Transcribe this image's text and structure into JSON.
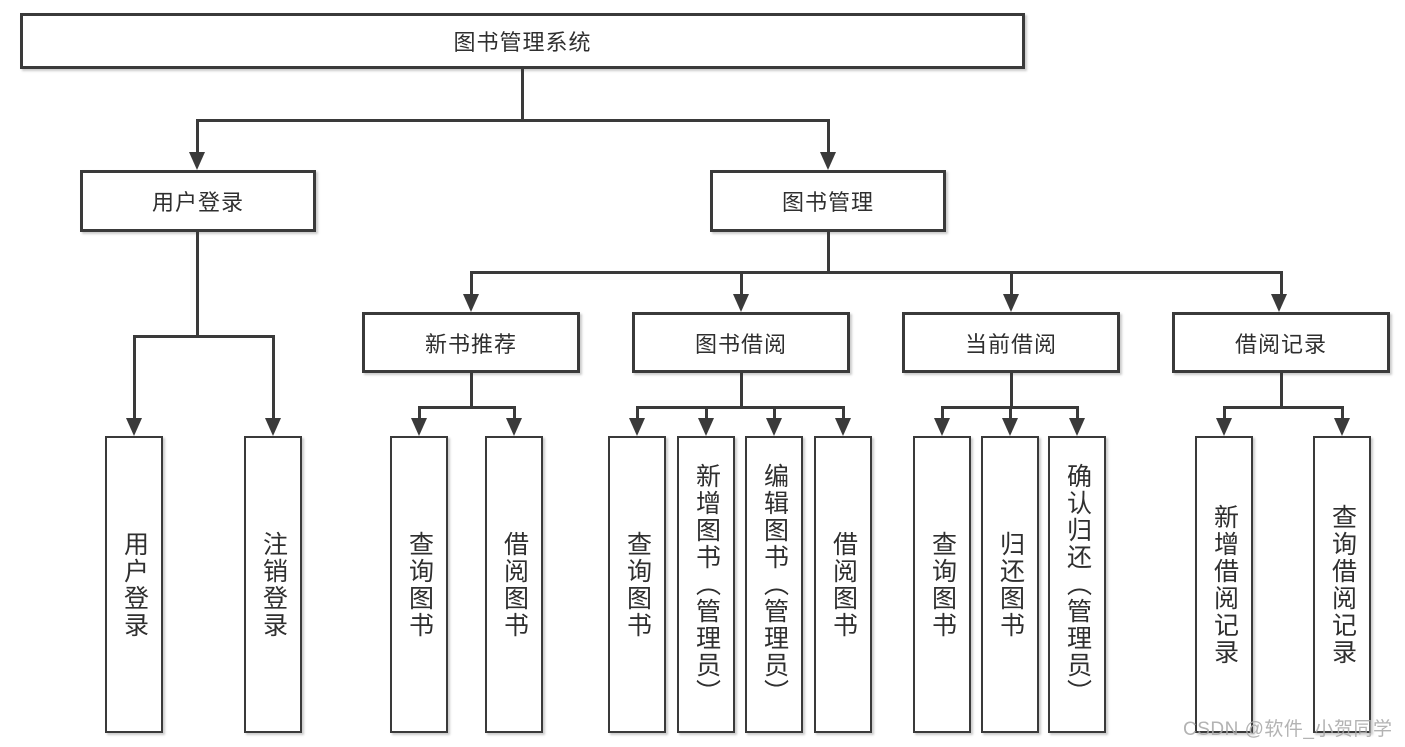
{
  "nodes": {
    "root": "图书管理系统",
    "level2": [
      "用户登录",
      "图书管理"
    ],
    "level3": [
      "新书推荐",
      "图书借阅",
      "当前借阅",
      "借阅记录"
    ],
    "login_children": [
      "用户登录",
      "注销登录"
    ],
    "newbook_children": [
      "查询图书",
      "借阅图书"
    ],
    "borrow_children": [
      "查询图书",
      "新增图书（管理员）",
      "编辑图书（管理员）",
      "借阅图书"
    ],
    "current_children": [
      "查询图书",
      "归还图书",
      "确认归还（管理员）"
    ],
    "records_children": [
      "新增借阅记录",
      "查询借阅记录"
    ]
  },
  "watermark": "CSDN @软件_小贺同学",
  "colors": {
    "line": "#3a3a3a",
    "text": "#2f2f2f",
    "watermark": "#a8a8a8",
    "background": "#ffffff"
  }
}
